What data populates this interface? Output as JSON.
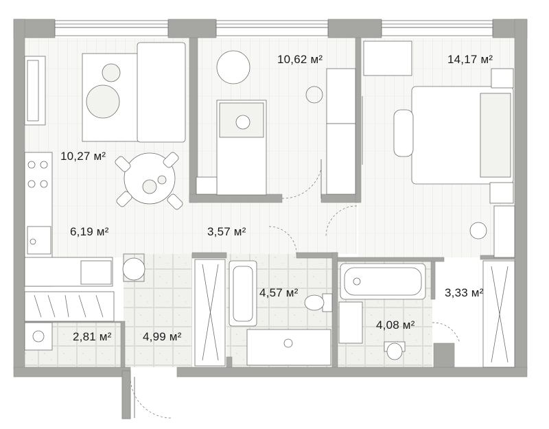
{
  "colors": {
    "wall": "#a6a7a3",
    "wall_stroke": "#8e8f8b",
    "floor_board": "#e9e9e6",
    "floor_tile": "#dcdcd8",
    "furniture_stroke": "#6d6d6a",
    "text": "#1b1b1b"
  },
  "rooms": [
    {
      "id": "living-kitchen",
      "area": "10,27 м²"
    },
    {
      "id": "kitchen-dining",
      "area": "6,19 м²"
    },
    {
      "id": "bedroom-small",
      "area": "10,62 м²"
    },
    {
      "id": "bedroom-master",
      "area": "14,17 м²"
    },
    {
      "id": "corridor",
      "area": "3,57 м²"
    },
    {
      "id": "bathroom-1",
      "area": "4,57 м²"
    },
    {
      "id": "bathroom-2",
      "area": "4,08 м²"
    },
    {
      "id": "wardrobe-hall",
      "area": "3,33 м²"
    },
    {
      "id": "laundry",
      "area": "2,81 м²"
    },
    {
      "id": "entrance-hall",
      "area": "4,99 м²"
    }
  ]
}
